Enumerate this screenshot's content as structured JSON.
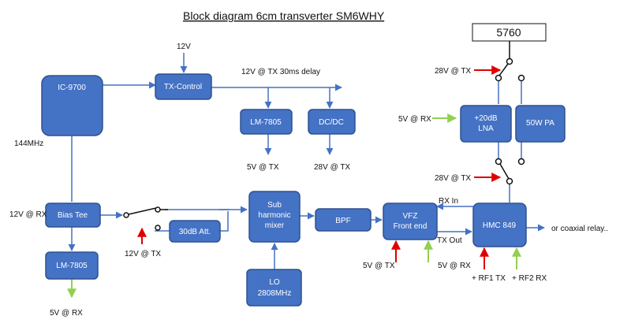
{
  "title": "Block diagram 6cm transverter  SM6WHY",
  "colors": {
    "block_fill": "#4472C4",
    "block_stroke": "#2F528F",
    "wire": "#4472C4",
    "tx_arrow": "#E00000",
    "rx_arrow": "#92D050",
    "switch": "#111111"
  },
  "blocks": {
    "ic9700": "IC-9700",
    "tx_control": "TX-Control",
    "lm7805_top": "LM-7805",
    "dcdc": "DC/DC",
    "bias_tee": "Bias Tee",
    "lm7805_bottom": "LM-7805",
    "att30": "30dB Att.",
    "mixer": [
      "Sub",
      "harmonic",
      "mixer"
    ],
    "lo": [
      "LO",
      "2808MHz"
    ],
    "bpf": "BPF",
    "vfz": [
      "VFZ",
      "Front end"
    ],
    "hmc849": "HMC 849",
    "lna": [
      "+20dB",
      "LNA"
    ],
    "pa": "50W PA",
    "freq_5760": "5760"
  },
  "labels": {
    "v12_top": "12V",
    "tx_delay": "12V @ TX  30ms delay",
    "mhz144": "144MHz",
    "v5tx_top": "5V @ TX",
    "v28tx_mid": "28V @ TX",
    "v12rx": "12V @ RX",
    "v12tx": "12V @ TX",
    "v5rx_bottom": "5V @ RX",
    "v28tx_top": "28V @ TX",
    "v5rx_lna": "5V @ RX",
    "v28tx_lower": "28V @ TX",
    "rx_in": "RX In",
    "tx_out": "TX Out",
    "v5tx_vfz": "5V @ TX",
    "v5rx_vfz": "5V @ RX",
    "rf1_tx": "+ RF1 TX",
    "rf2_rx": "+ RF2 RX",
    "coax_relay": "or coaxial relay.."
  }
}
